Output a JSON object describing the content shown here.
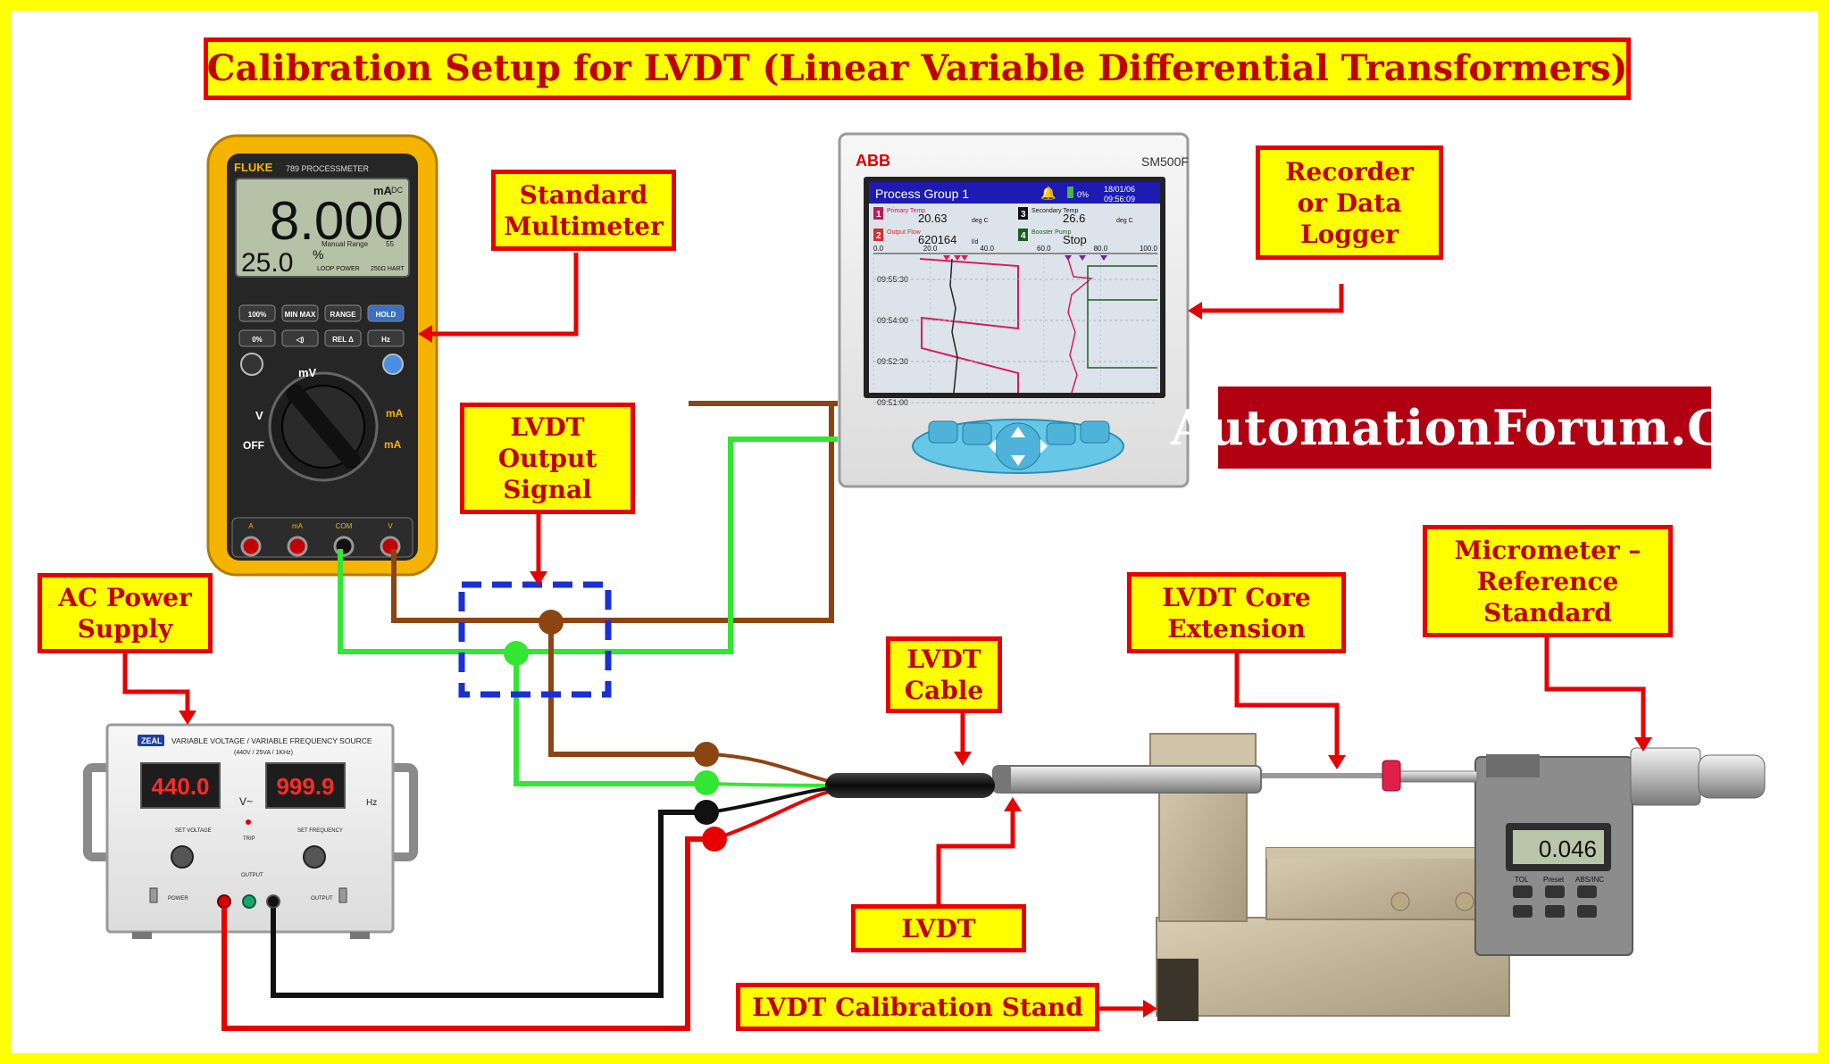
{
  "title": "Calibration Setup for LVDT (Linear Variable Differential Transformers)",
  "labels": {
    "standard_multimeter": "Standard\nMultimeter",
    "recorder": "Recorder\nor Data\nLogger",
    "lvdt_output_signal": "LVDT\nOutput\nSignal",
    "ac_power_supply": "AC Power\nSupply",
    "lvdt_cable": "LVDT\nCable",
    "lvdt_core_extension": "LVDT Core\nExtension",
    "micrometer": "Micrometer –\nReference\nStandard",
    "lvdt": "LVDT",
    "calibration_stand": "LVDT Calibration Stand"
  },
  "brand": "AutomationForum.Co",
  "multimeter": {
    "brand": "FLUKE",
    "model": "789 PROCESSMETER",
    "main_reading": "8.000",
    "unit": "mA",
    "coupling": "DC",
    "range_label": "Manual Range",
    "range_value": "55",
    "percent_reading": "25.0",
    "percent_sign": "%",
    "loop_power": "LOOP POWER",
    "hart": "250Ω HART",
    "buttons": [
      "100%",
      "MIN MAX",
      "RANGE",
      "HOLD",
      "0%",
      "◁)",
      "REL Δ",
      "Hz"
    ],
    "dial_labels": [
      "mV",
      "V",
      "OFF",
      "mA",
      "mA"
    ],
    "jack_labels": [
      "A",
      "mA",
      "COM",
      "V"
    ]
  },
  "recorder": {
    "brand": "ABB",
    "model": "SM500F",
    "group": "Process Group 1",
    "battery": "0%",
    "date": "18/01/06",
    "time": "09:56:09",
    "channels": [
      {
        "num": "1",
        "name": "Primary Temp",
        "value": "20.63",
        "unit": "deg C",
        "color": "#c2185b"
      },
      {
        "num": "3",
        "name": "Secondary Temp",
        "value": "26.6",
        "unit": "deg C",
        "color": "#111111"
      },
      {
        "num": "2",
        "name": "Output Flow",
        "value": "620164",
        "unit": "l/d",
        "color": "#d32f2f"
      },
      {
        "num": "4",
        "name": "Booster Pump",
        "value": "Stop",
        "unit": "",
        "color": "#1b5e20"
      }
    ],
    "scale": [
      "0.0",
      "20.0",
      "40.0",
      "60.0",
      "80.0",
      "100.0"
    ],
    "times": [
      "09:55:30",
      "09:54:00",
      "09:52:30",
      "09:51:00"
    ]
  },
  "power_supply": {
    "brand": "ZEAL",
    "title": "VARIABLE VOLTAGE / VARIABLE FREQUENCY SOURCE",
    "subtitle": "(440V / 25VA / 1KHz)",
    "voltage": "440.0",
    "voltage_unit": "V~",
    "frequency": "999.9",
    "frequency_unit": "Hz",
    "knob_labels": [
      "SET VOLTAGE",
      "SET FREQUENCY"
    ],
    "switch_labels": [
      "POWER",
      "OUTPUT"
    ],
    "trip": "TRIP",
    "output": "OUTPUT"
  },
  "micrometer": {
    "reading": "0.046",
    "buttons": [
      "TOL",
      "Preset",
      "ABS/INC"
    ]
  },
  "colors": {
    "label_fill": "#ffff00",
    "label_border": "#e60000",
    "label_text": "#c00000",
    "brown_wire": "#8b4513",
    "green_wire": "#33e633",
    "black_wire": "#111111",
    "red_wire": "#e60000",
    "junction_box": "#1a2fd6"
  }
}
